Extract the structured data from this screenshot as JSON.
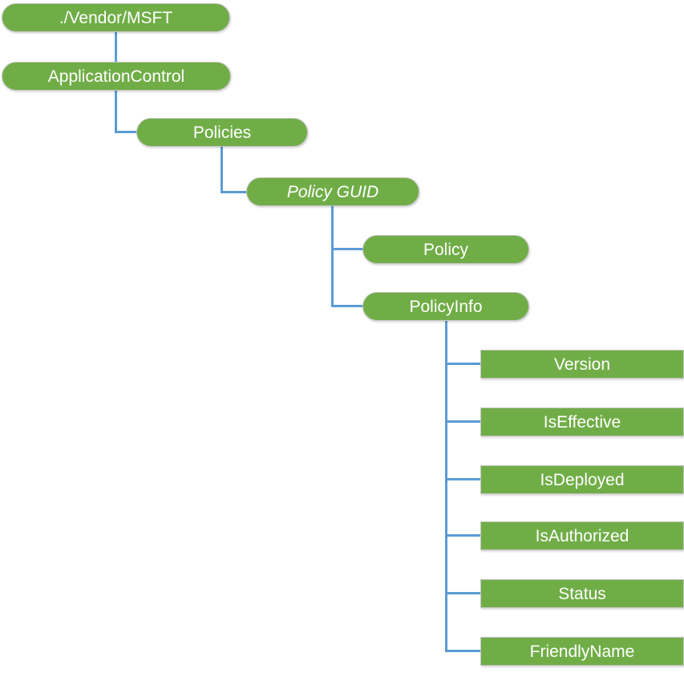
{
  "diagram": {
    "description": "ApplicationControl CSP node tree",
    "colors": {
      "node_fill": "#70AD47",
      "node_border": "#C6C6C6",
      "connector": "#5B9BD5",
      "node_text": "#FFFFFF",
      "background": "#FFFFFF"
    },
    "nodes": {
      "root": {
        "label": "./Vendor/MSFT"
      },
      "application_control": {
        "label": "ApplicationControl"
      },
      "policies": {
        "label": "Policies"
      },
      "policy_guid": {
        "label": "Policy GUID",
        "italic": true
      },
      "policy": {
        "label": "Policy"
      },
      "policy_info": {
        "label": "PolicyInfo"
      },
      "policy_info_children": [
        {
          "label": "Version"
        },
        {
          "label": "IsEffective"
        },
        {
          "label": "IsDeployed"
        },
        {
          "label": "IsAuthorized"
        },
        {
          "label": "Status"
        },
        {
          "label": "FriendlyName"
        }
      ]
    }
  }
}
